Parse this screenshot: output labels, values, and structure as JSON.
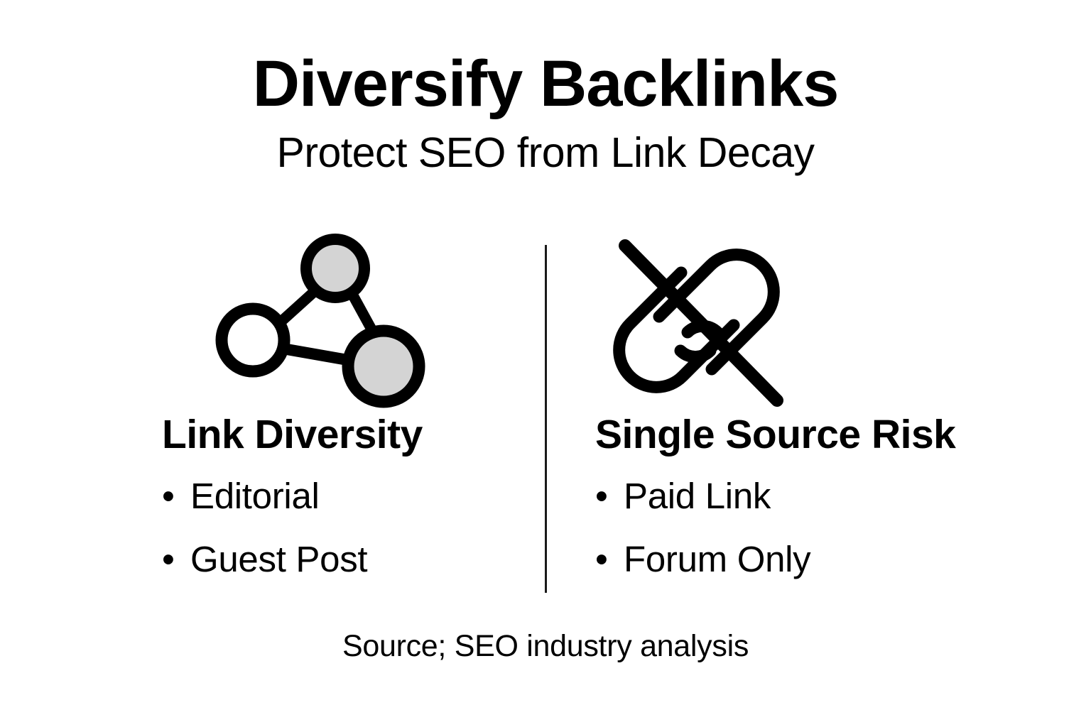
{
  "header": {
    "title": "Diversify Backlinks",
    "subtitle": "Protect SEO from Link Decay"
  },
  "columns": [
    {
      "key": "link-diversity",
      "heading": "Link Diversity",
      "icon": "network-nodes-icon",
      "bullet_marker": "•",
      "bullets": [
        "Editorial",
        "Guest Post"
      ]
    },
    {
      "key": "single-source-risk",
      "heading": "Single Source Risk",
      "icon": "broken-link-icon",
      "bullet_marker": "•",
      "bullets": [
        "Paid Link",
        "Forum Only"
      ]
    }
  ],
  "footer": {
    "source": "Source; SEO industry analysis"
  },
  "colors": {
    "background": "#ffffff",
    "ink": "#000000",
    "node_fill": "#d4d4d4",
    "node_empty_fill": "#ffffff",
    "divider": "#1a1a1a"
  }
}
